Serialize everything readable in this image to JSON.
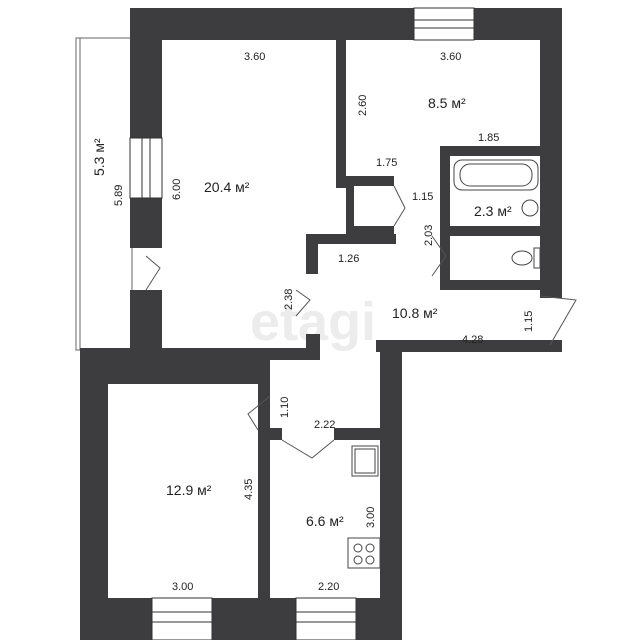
{
  "watermark": "etagi",
  "rooms": [
    {
      "id": "living",
      "area": "20.4 м²",
      "width_top": "3.60",
      "height_side": "6.00"
    },
    {
      "id": "bedroom",
      "area": "8.5 м²",
      "width_top": "3.60",
      "height_side": "2.60"
    },
    {
      "id": "balcony",
      "area": "5.3 м²",
      "length": "5.89"
    },
    {
      "id": "bathroom",
      "area": "2.3 м²"
    },
    {
      "id": "hall",
      "area": "10.8 м²",
      "length": "4.28"
    },
    {
      "id": "room2",
      "area": "12.9 м²",
      "width_bottom": "3.00",
      "height_side": "4.35"
    },
    {
      "id": "kitchen",
      "area": "6.6 м²",
      "width_bottom": "2.20",
      "height_side": "3.00"
    }
  ],
  "dimensions": {
    "d_1_85": "1.85",
    "d_1_75": "1.75",
    "d_1_15_a": "1.15",
    "d_2_03": "2.03",
    "d_1_26": "1.26",
    "d_2_38": "2.38",
    "d_1_15_b": "1.15",
    "d_1_10": "1.10",
    "d_2_22": "2.22"
  }
}
